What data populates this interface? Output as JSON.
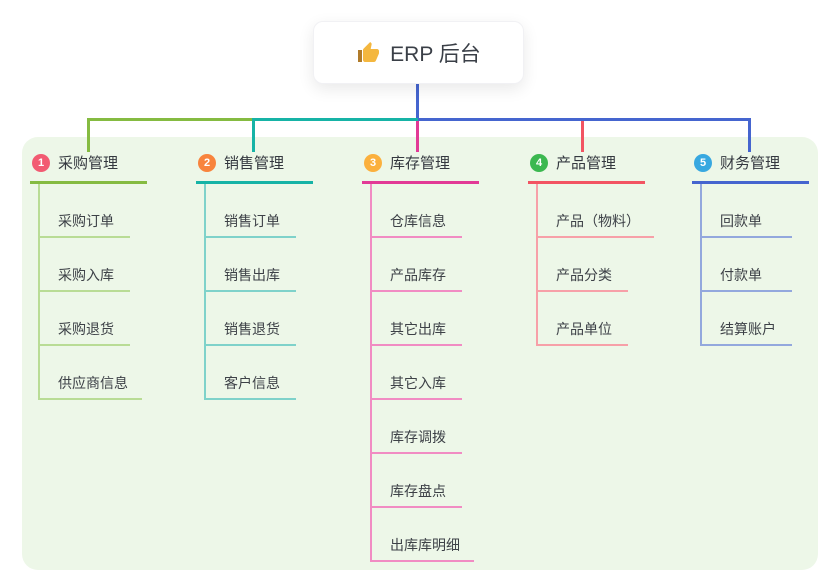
{
  "root": {
    "label": "ERP 后台",
    "icon": "thumbs-up-icon",
    "icon_color": "#f4b73f",
    "stem_color": "#4565cf"
  },
  "panel": {
    "background": "#edf7e8"
  },
  "branches": [
    {
      "index": "1",
      "label": "采购管理",
      "badge_color": "#f25b72",
      "line_color": "#85bb41",
      "light_color": "#b9dc95",
      "items": [
        "采购订单",
        "采购入库",
        "采购退货",
        "供应商信息"
      ]
    },
    {
      "index": "2",
      "label": "销售管理",
      "badge_color": "#f8843d",
      "line_color": "#16b3a6",
      "light_color": "#7fd2ca",
      "items": [
        "销售订单",
        "销售出库",
        "销售退货",
        "客户信息"
      ]
    },
    {
      "index": "3",
      "label": "库存管理",
      "badge_color": "#fbb03d",
      "line_color": "#e23a96",
      "light_color": "#f18cc3",
      "items": [
        "仓库信息",
        "产品库存",
        "其它出库",
        "其它入库",
        "库存调拨",
        "库存盘点",
        "出库库明细"
      ]
    },
    {
      "index": "4",
      "label": "产品管理",
      "badge_color": "#3cb850",
      "line_color": "#f25462",
      "light_color": "#f7a0a8",
      "items": [
        "产品（物料）",
        "产品分类",
        "产品单位"
      ]
    },
    {
      "index": "5",
      "label": "财务管理",
      "badge_color": "#38a8e0",
      "line_color": "#4565cf",
      "light_color": "#93a8dd",
      "items": [
        "回款单",
        "付款单",
        "结算账户"
      ]
    }
  ]
}
